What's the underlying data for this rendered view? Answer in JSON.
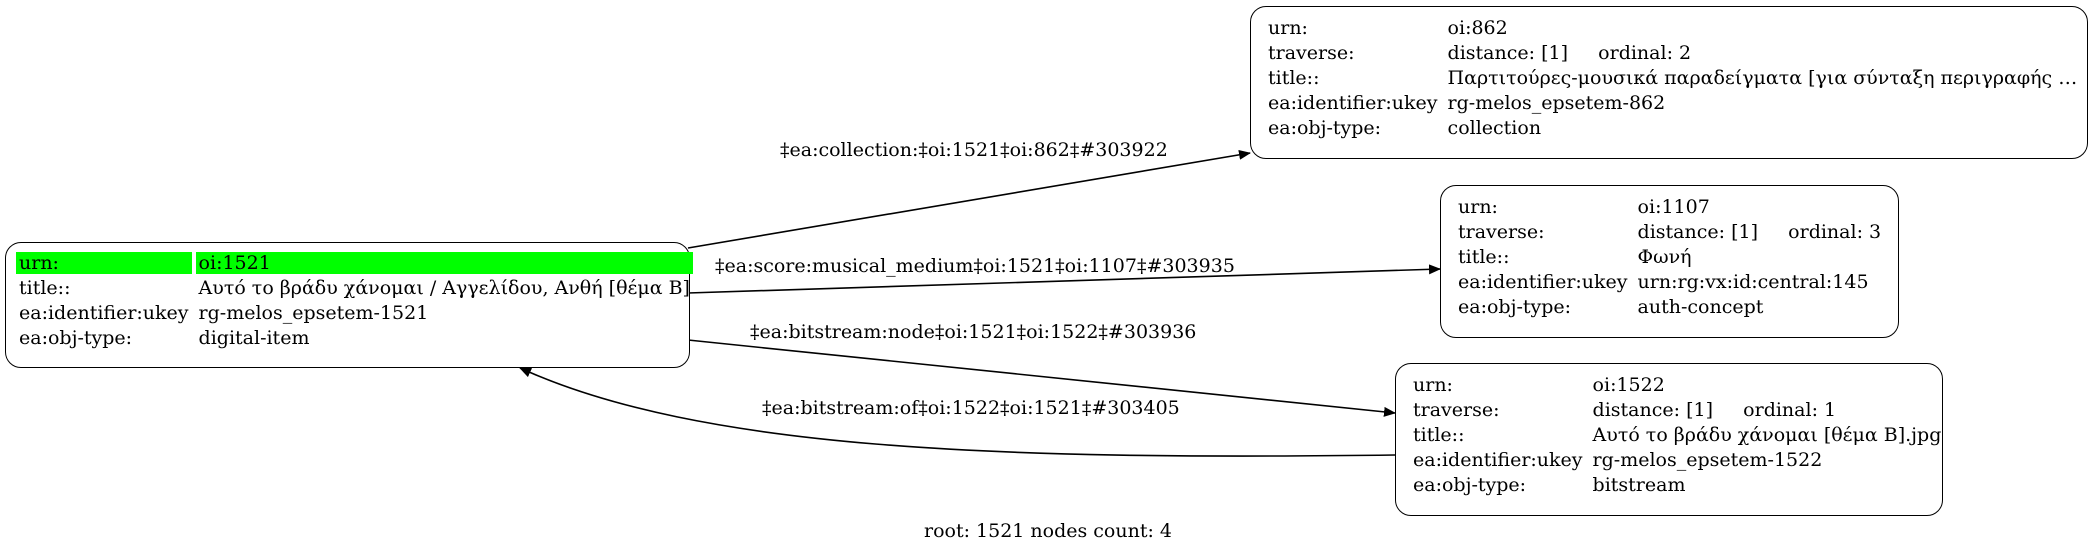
{
  "nodes": {
    "root": {
      "rows": [
        {
          "key": "urn:",
          "value": "oi:1521"
        },
        {
          "key": "title::",
          "value": "Αυτό το βράδυ χάνομαι / Αγγελίδου, Ανθή [θέμα Β]"
        },
        {
          "key": "ea:identifier:ukey",
          "value": "rg-melos_epsetem-1521"
        },
        {
          "key": "ea:obj-type:",
          "value": "digital-item"
        }
      ]
    },
    "n862": {
      "rows": [
        {
          "key": "urn:",
          "value": "oi:862"
        },
        {
          "key": "traverse:",
          "value": "distance: [1]     ordinal: 2"
        },
        {
          "key": "title::",
          "value": "Παρτιτούρες-μουσικά παραδείγματα [για σύνταξη περιγραφής Μ..."
        },
        {
          "key": "ea:identifier:ukey",
          "value": "rg-melos_epsetem-862"
        },
        {
          "key": "ea:obj-type:",
          "value": "collection"
        }
      ]
    },
    "n1107": {
      "rows": [
        {
          "key": "urn:",
          "value": "oi:1107"
        },
        {
          "key": "traverse:",
          "value": "distance: [1]     ordinal: 3"
        },
        {
          "key": "title::",
          "value": "Φωνή"
        },
        {
          "key": "ea:identifier:ukey",
          "value": "urn:rg:vx:id:central:145"
        },
        {
          "key": "ea:obj-type:",
          "value": "auth-concept"
        }
      ]
    },
    "n1522": {
      "rows": [
        {
          "key": "urn:",
          "value": "oi:1522"
        },
        {
          "key": "traverse:",
          "value": "distance: [1]     ordinal: 1"
        },
        {
          "key": "title::",
          "value": "Αυτό το βράδυ χάνομαι [θέμα Β].jpg"
        },
        {
          "key": "ea:identifier:ukey",
          "value": "rg-melos_epsetem-1522"
        },
        {
          "key": "ea:obj-type:",
          "value": "bitstream"
        }
      ]
    }
  },
  "edges": {
    "collection": "‡ea:collection:‡oi:1521‡oi:862‡#303922",
    "score": "‡ea:score:musical_medium‡oi:1521‡oi:1107‡#303935",
    "node": "‡ea:bitstream:node‡oi:1521‡oi:1522‡#303936",
    "of": "‡ea:bitstream:of‡oi:1522‡oi:1521‡#303405"
  },
  "footer": "root: 1521 nodes count: 4"
}
